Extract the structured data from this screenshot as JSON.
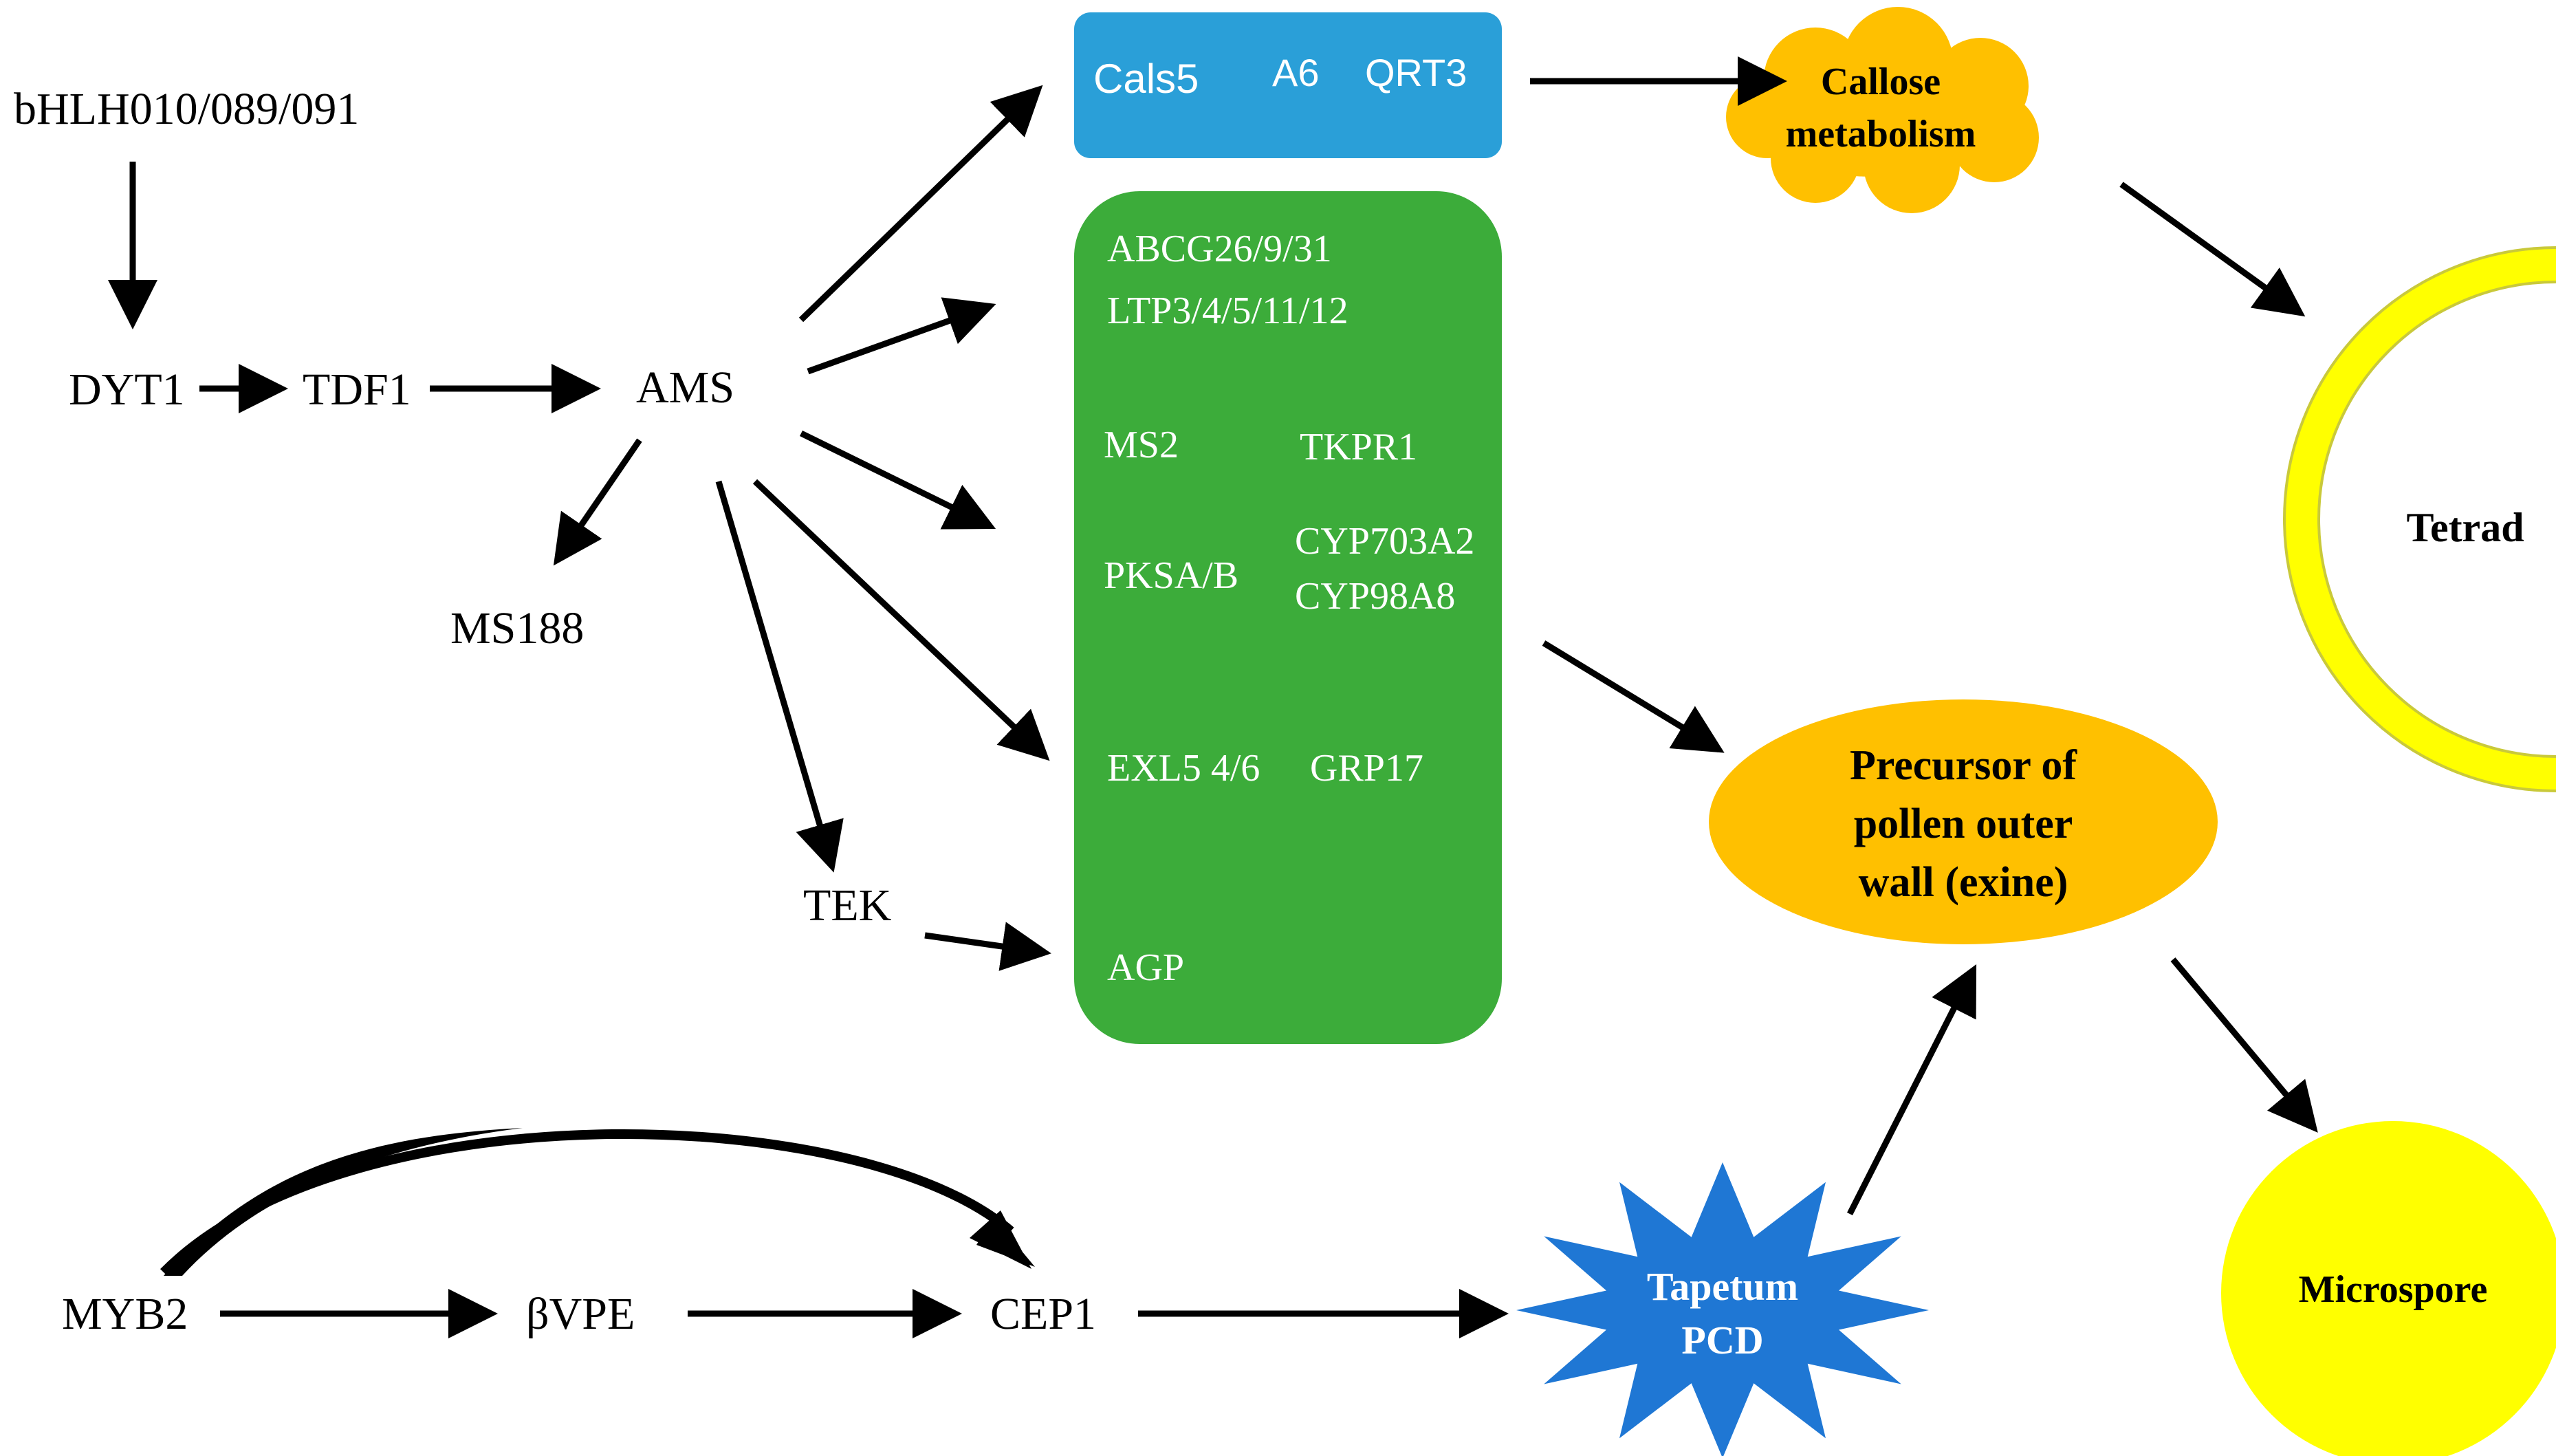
{
  "colors": {
    "blue_box": "#2a9fd8",
    "green_box": "#3cac3a",
    "orange": "#ffc000",
    "yellow": "#ffff00",
    "star_blue": "#1f77d4",
    "line": "#000000"
  },
  "nodes": {
    "bhlh": "bHLH010/089/091",
    "dyt1": "DYT1",
    "tdf1": "TDF1",
    "ams": "AMS",
    "ms188": "MS188",
    "tek": "TEK",
    "myb2": "MYB2",
    "bvpe": "βVPE",
    "cep1": "CEP1"
  },
  "blue_box": {
    "genes": [
      "Cals5",
      "A6",
      "QRT3"
    ]
  },
  "green_box": {
    "row1": "ABCG26/9/31",
    "row2": "LTP3/4/5/11/12",
    "ms2": "MS2",
    "tkpr1": "TKPR1",
    "pksa": "PKSA/B",
    "cyp703": "CYP703A2",
    "cyp98": "CYP98A8",
    "exl": "EXL5 4/6",
    "grp17": "GRP17",
    "agp": "AGP"
  },
  "callose": {
    "line1": "Callose",
    "line2": "metabolism"
  },
  "tetrad": "Tetrad",
  "precursor": {
    "line1": "Precursor of",
    "line2": "pollen outer",
    "line3": "wall (exine)"
  },
  "tapetum": {
    "line1": "Tapetum",
    "line2": "PCD"
  },
  "microspore": "Microspore"
}
